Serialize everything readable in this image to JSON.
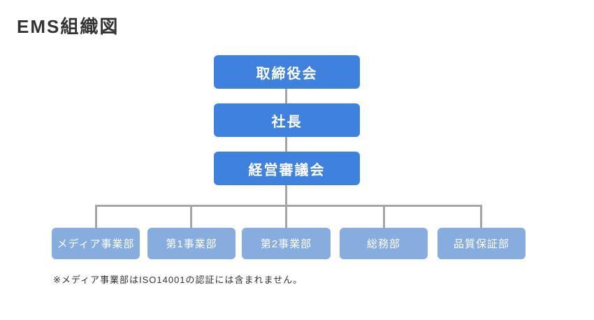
{
  "page": {
    "title": "EMS組織図"
  },
  "org_chart": {
    "top_chain": [
      {
        "label": "取締役会"
      },
      {
        "label": "社長"
      },
      {
        "label": "経営審議会"
      }
    ],
    "departments": [
      {
        "label": "メディア事業部"
      },
      {
        "label": "第1事業部"
      },
      {
        "label": "第2事業部"
      },
      {
        "label": "総務部"
      },
      {
        "label": "品質保証部"
      }
    ],
    "colors": {
      "primary_box": "#3e82de",
      "department_box": "#87addf",
      "connector_line": "#a5a5a5",
      "box_text": "#ffffff",
      "title_text": "#333333"
    }
  },
  "footnote": "※メディア事業部はISO14001の認証には含まれません。"
}
